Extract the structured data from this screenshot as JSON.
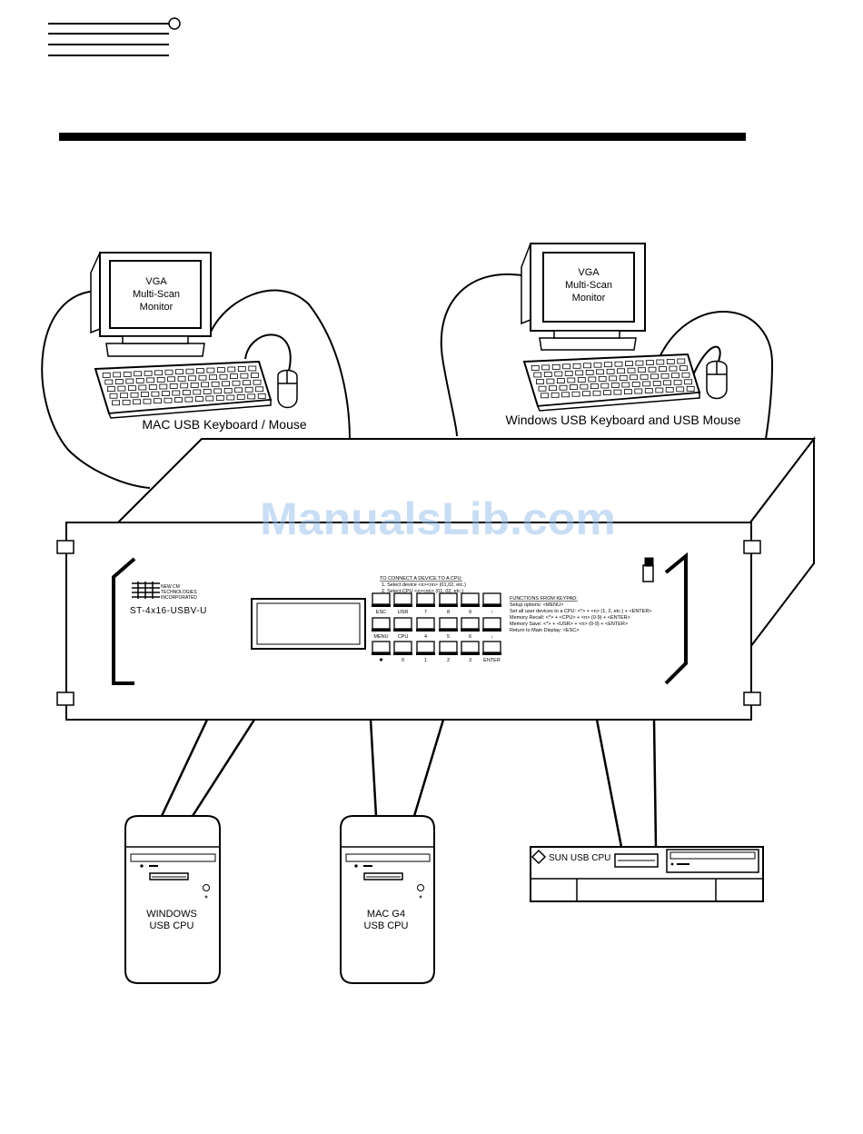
{
  "watermark": "ManualsLib.com",
  "monitor_left": {
    "line1": "VGA",
    "line2": "Multi-Scan",
    "line3": "Monitor"
  },
  "monitor_right": {
    "line1": "VGA",
    "line2": "Multi-Scan",
    "line3": "Monitor"
  },
  "caption_left": "MAC USB Keyboard / Mouse",
  "caption_right": "Windows USB Keyboard and USB Mouse",
  "switch": {
    "brand_line1": "NEW CM",
    "brand_line2": "TECHNOLOGIES",
    "brand_line3": "INCORPORATED",
    "model": "ST-4x16-USBV-U",
    "connect_title": "TO CONNECT A DEVICE TO A CPU:",
    "connect_step1": "1. Select device <x><nn> (01,02, etc.)",
    "connect_step2": "2. Select CPU <x><nn> (01, 02, etc.)",
    "functions_title": "FUNCTIONS FROM KEYPAD:",
    "functions": [
      "Setup options: <MENU>",
      "Set all user devices to a CPU: <*> + <n> (1, 2, etc.) + <ENTER>",
      "Memory Recall: <*> + <CPU> + <n> (0-9) + <ENTER>",
      "Memory Save: <*> + <USR> + <n> (0-9) + <ENTER>",
      "Return to Main Display: <ESC>"
    ],
    "keys_row1": [
      "ESC",
      "USR",
      "7",
      "8",
      "9",
      "↑"
    ],
    "keys_row2": [
      "MENU",
      "CPU",
      "4",
      "5",
      "6",
      "↓"
    ],
    "keys_row3": [
      "✱",
      "0",
      "1",
      "2",
      "3",
      "ENTER"
    ]
  },
  "cpus": {
    "windows": {
      "line1": "WINDOWS",
      "line2": "USB CPU"
    },
    "mac": {
      "line1": "MAC G4",
      "line2": "USB CPU"
    },
    "sun": {
      "label": "SUN USB CPU"
    }
  }
}
